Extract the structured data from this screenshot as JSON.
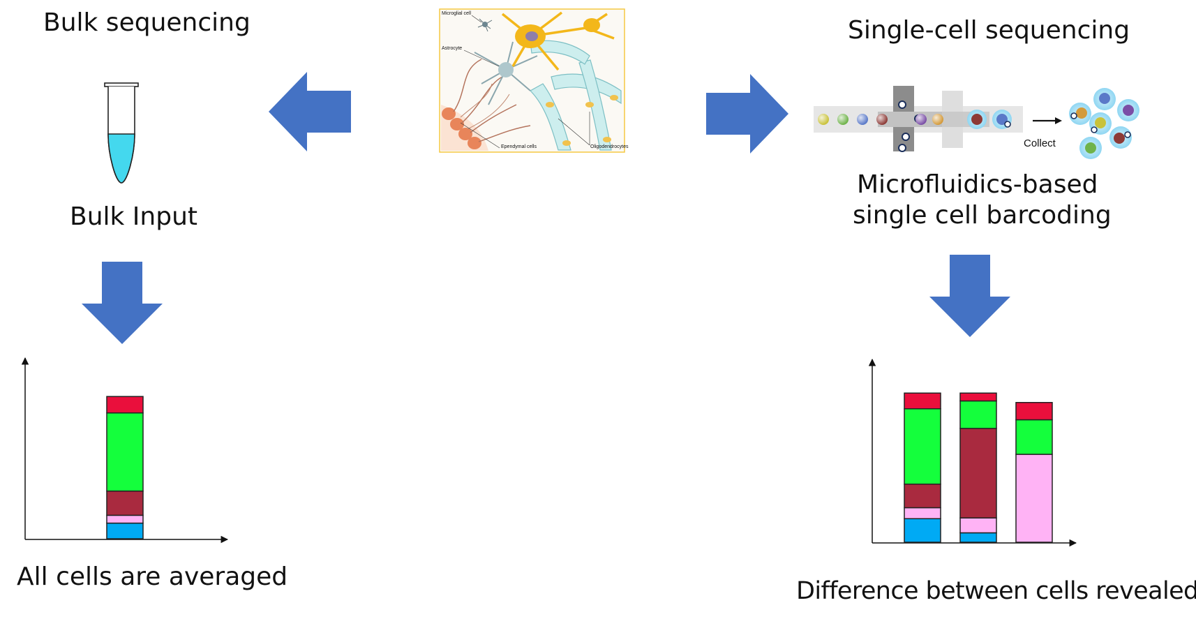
{
  "left": {
    "title": "Bulk sequencing",
    "input_label": "Bulk Input",
    "caption": "All cells are averaged"
  },
  "right": {
    "title": "Single-cell sequencing",
    "method_line1": "Microfluidics-based",
    "method_line2": "single cell barcoding",
    "caption": "Difference between cells revealed",
    "collect_label": "Collect"
  },
  "center_image": {
    "labels": {
      "microglial": "Microglial cell",
      "astrocyte": "Astrocyte",
      "ependymal": "Ependymal cells",
      "oligodendrocytes": "Oligodendrocytes"
    }
  },
  "colors": {
    "arrow": "#4472c4",
    "red": "#ea0f3c",
    "green": "#14ff3c",
    "maroon": "#a92a3f",
    "pink": "#ffb3f5",
    "blue": "#00aaf4",
    "tube_liquid": "#44d8ee",
    "frame": "#f5c842"
  },
  "chart_data": [
    {
      "type": "bar",
      "stacked": true,
      "categories": [
        ""
      ],
      "series": [
        {
          "values": [
            0.1
          ],
          "color": "#00aaf4"
        },
        {
          "values": [
            0.05
          ],
          "color": "#ffb3f5"
        },
        {
          "values": [
            0.155
          ],
          "color": "#a92a3f"
        },
        {
          "values": [
            0.5
          ],
          "color": "#14ff3c"
        },
        {
          "values": [
            0.105
          ],
          "color": "#ea0f3c"
        }
      ],
      "ylim": [
        0,
        1
      ]
    },
    {
      "type": "bar",
      "stacked": true,
      "categories": [
        "",
        "",
        ""
      ],
      "series": [
        {
          "values": [
            0.15,
            0.06,
            0.0
          ],
          "color": "#00aaf4"
        },
        {
          "values": [
            0.07,
            0.095,
            0.56
          ],
          "color": "#ffb3f5"
        },
        {
          "values": [
            0.15,
            0.57,
            0.0
          ],
          "color": "#a92a3f"
        },
        {
          "values": [
            0.48,
            0.175,
            0.22
          ],
          "color": "#14ff3c"
        },
        {
          "values": [
            0.1,
            0.05,
            0.11
          ],
          "color": "#ea0f3c"
        }
      ],
      "ylim": [
        0,
        1
      ]
    }
  ]
}
